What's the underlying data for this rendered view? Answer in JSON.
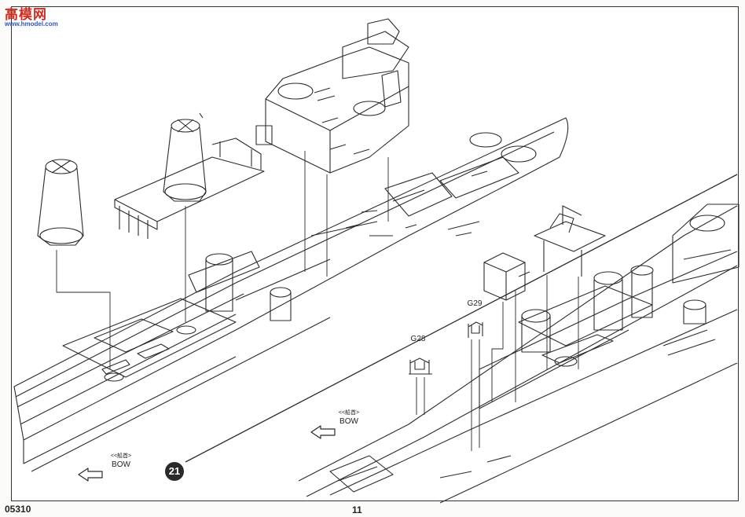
{
  "watermark": {
    "title": "高模网",
    "url": "www.hmodel.com"
  },
  "step": {
    "number": "21"
  },
  "parts": [
    {
      "id": "g28",
      "label": "G28"
    },
    {
      "id": "g29",
      "label": "G29"
    }
  ],
  "bow_markers": [
    {
      "id": "left",
      "chinese": "<<船首>",
      "english": "BOW"
    },
    {
      "id": "right",
      "chinese": "<<船首>",
      "english": "BOW"
    }
  ],
  "footer": {
    "kit_number": "05310",
    "page_number": "11"
  },
  "colors": {
    "ink": "#2b2b2b",
    "paper": "#ffffff",
    "badge": "#2a2a2a"
  },
  "icons": {
    "bow_direction": "arrow-left-outline-icon",
    "step": "filled-circle-number-icon"
  }
}
